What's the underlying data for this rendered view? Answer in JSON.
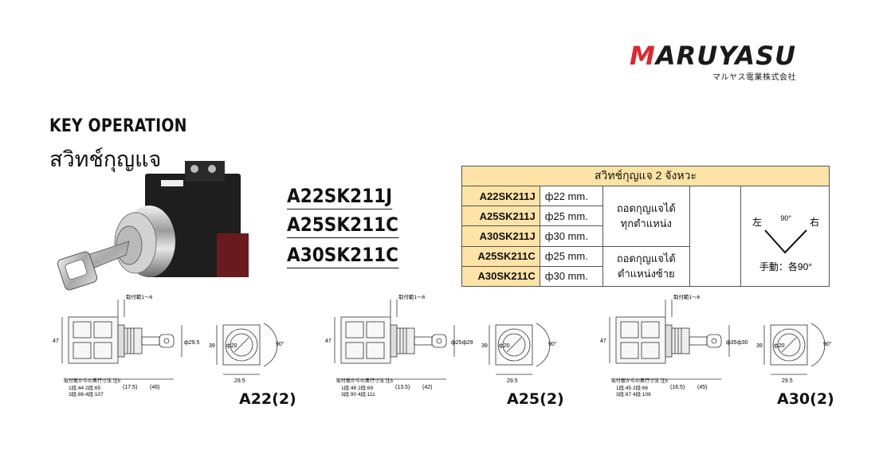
{
  "logo": {
    "brand_first": "M",
    "brand_rest": "ARUYASU",
    "company_jp": "マルヤス電業株式会社"
  },
  "titles": {
    "english": "KEY OPERATION",
    "thai": "สวิทช์กุญแจ"
  },
  "models": [
    "A22SK211J",
    "A25SK211C",
    "A30SK211C"
  ],
  "spec_table": {
    "header": "สวิทช์กุญแจ 2 จังหวะ",
    "rows": [
      {
        "model": "A22SK211J",
        "diameter": "ф22 mm."
      },
      {
        "model": "A25SK211J",
        "diameter": "ф25 mm."
      },
      {
        "model": "A30SK211J",
        "diameter": "ф30 mm."
      },
      {
        "model": "A25SK211C",
        "diameter": "ф25 mm."
      },
      {
        "model": "A30SK211C",
        "diameter": "ф30 mm."
      }
    ],
    "group_j_desc_1": "ถอดกุญแจได้",
    "group_j_desc_2": "ทุกตำแหน่ง",
    "group_c_desc_1": "ถอดกุญแจได้",
    "group_c_desc_2": "ตำแหน่งซ้าย",
    "diagram": {
      "left": "左",
      "angle": "90°",
      "right": "右",
      "note": "手動：各90°"
    }
  },
  "drawings": [
    {
      "label": "A22(2)",
      "top_dim": "取付範1～6",
      "height": "47",
      "dia": "ф29.5",
      "front_w": "29.5",
      "front_h1": "39",
      "front_h2": "ф20",
      "angle": "90°",
      "note_1": "取付板からの奥行寸法 注5",
      "note_2": "1段:44 2段:65",
      "note_3": "3段:86 4段:107",
      "dim_a": "(17.5)",
      "dim_b": "(46)"
    },
    {
      "label": "A25(2)",
      "top_dim": "取付範1～6",
      "height": "47",
      "dia": "ф25",
      "dia2": "ф29",
      "front_w": "29.5",
      "front_h1": "39",
      "front_h2": "ф20",
      "angle": "90°",
      "note_1": "取付板からの奥行寸法 注5",
      "note_2": "1段:48 2段:69",
      "note_3": "3段:90 4段:111",
      "dim_a": "(13.5)",
      "dim_b": "(42)"
    },
    {
      "label": "A30(2)",
      "top_dim": "取付範1～6",
      "height": "47",
      "dia": "ф35",
      "dia2": "ф30",
      "front_w": "29.5",
      "front_h1": "39",
      "front_h2": "ф20",
      "angle": "90°",
      "note_1": "取付板からの奥行寸法 注5",
      "note_2": "1段:45 2段:66",
      "note_3": "3段:87 4段:108",
      "dim_a": "(16.5)",
      "dim_b": "(45)"
    }
  ]
}
